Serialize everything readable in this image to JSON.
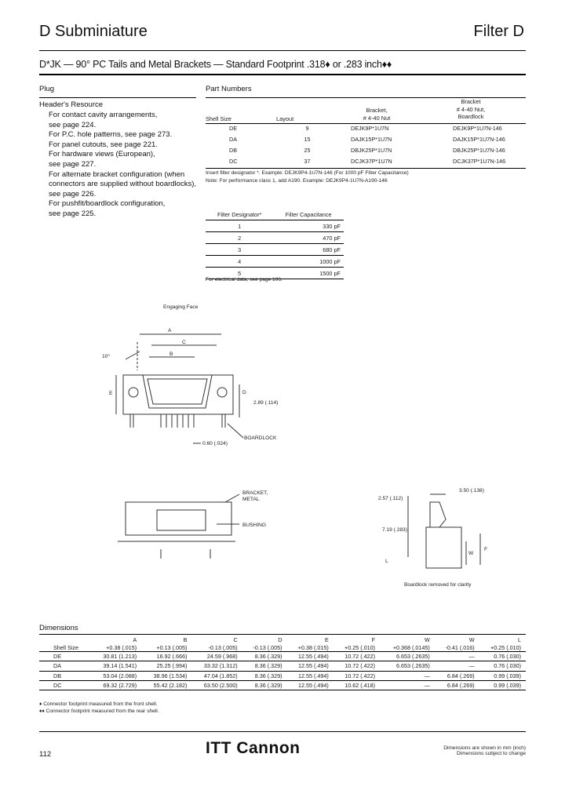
{
  "header": {
    "left_title": "D Subminiature",
    "right_title": "Filter D"
  },
  "title": "D*JK — 90° PC Tails and Metal Brackets — Standard Footprint .318♦ or .283 inch♦♦",
  "plug_section": {
    "label": "Plug",
    "resource_title": "Header's Resource",
    "lines": [
      "For contact cavity arrangements,",
      "see page 224.",
      "For P.C. hole patterns, see page 273.",
      "For panel cutouts, see page 221.",
      "For hardware views (European),",
      "see page 227.",
      "For alternate bracket configuration (when",
      "connectors are supplied without boardlocks),",
      "see page 226.",
      "For pushfit/boardlock configuration,",
      "see page 225."
    ]
  },
  "part_numbers": {
    "title": "Part Numbers",
    "col_headers": {
      "shell": "Shell Size",
      "layout": "Layout",
      "bracket1": "Bracket,",
      "bracket2": "# 4-40 Nut",
      "bbl1": "Bracket",
      "bbl2": "# 4-40 Nut,",
      "bbl3": "Boardlock"
    },
    "rows": [
      {
        "shell": "DE",
        "layout": "9",
        "bracket": "DEJK9P*1U7N",
        "boardlock": "DEJK9P*1U7N-146"
      },
      {
        "shell": "DA",
        "layout": "15",
        "bracket": "DAJK15P*1U7N",
        "boardlock": "DAJK15P*1U7N-146"
      },
      {
        "shell": "DB",
        "layout": "25",
        "bracket": "DBJK25P*1U7N",
        "boardlock": "DBJK25P*1U7N-146"
      },
      {
        "shell": "DC",
        "layout": "37",
        "bracket": "DCJK37P*1U7N",
        "boardlock": "DCJK37P*1U7N-146"
      }
    ],
    "note1": "Insert filter designator *. Example: DEJK9P4-1U7N-146 (For 1000 pF Filter Capacitance)",
    "note2": "Note: For performance class 1, add A190. Example: DEJK9P4-1U7N-A190-146"
  },
  "filter_designator": {
    "headers": [
      "Filter Designator*",
      "Filter Capacitance"
    ],
    "rows": [
      [
        "1",
        "330 pF"
      ],
      [
        "2",
        "470 pF"
      ],
      [
        "3",
        "680 pF"
      ],
      [
        "4",
        "1000 pF"
      ],
      [
        "5",
        "1500 pF"
      ]
    ],
    "note": "For electrical data, see page 106."
  },
  "drawing": {
    "engaging_face": "Engaging Face",
    "A": "A",
    "C": "C",
    "B": "B",
    "E": "E",
    "D": "D",
    "angle": "10°",
    "dim_289": "2.89 (.114)",
    "boardlock": "BOARDLOCK",
    "dim_060": "0.60 (.024)",
    "bracket_metal1": "BRACKET,",
    "bracket_metal2": "METAL",
    "bushing": "BUSHING",
    "dim_350": "3.50 (.138)",
    "dim_257": "2.57 (.112)",
    "dim_719": "7.19 (.283)",
    "W": "W",
    "F": "F",
    "L": "L",
    "boardlock_removed": "Boardlock removed for clarity"
  },
  "dimensions": {
    "title": "Dimensions",
    "letters": [
      "",
      "A",
      "B",
      "C",
      "D",
      "E",
      "F",
      "W",
      "W",
      "L"
    ],
    "tolerances": [
      "Shell Size",
      "+0.38 (.015)",
      "+0.13 (.005)",
      "-0.13 (.005)",
      "-0.13 (.005)",
      "+0.38 (.015)",
      "+0.25 (.010)",
      "+0.368 (.0145)",
      "-0.41 (.016)",
      "+0.25 (.010)"
    ],
    "rows": [
      [
        "DE",
        "30.81 (1.213)",
        "16.92 (.666)",
        "24.59 (.968)",
        "8.36 (.329)",
        "12.55 (.494)",
        "10.72 (.422)",
        "6.653 (.2635)",
        "—",
        "0.76 (.030)"
      ],
      [
        "DA",
        "39.14 (1.541)",
        "25.25 (.994)",
        "33.32 (1.312)",
        "8.36 (.329)",
        "12.55 (.494)",
        "10.72 (.422)",
        "6.653 (.2635)",
        "—",
        "0.76 (.030)"
      ],
      [
        "DB",
        "53.04 (2.088)",
        "38.96 (1.534)",
        "47.04 (1.852)",
        "8.36 (.329)",
        "12.55 (.494)",
        "10.72 (.422)",
        "—",
        "6.84 (.269)",
        "0.99 (.039)"
      ],
      [
        "DC",
        "69.32 (2.729)",
        "55.42 (2.182)",
        "63.50 (2.500)",
        "8.36 (.329)",
        "12.55 (.494)",
        "10.62 (.418)",
        "—",
        "6.84 (.269)",
        "0.99 (.039)"
      ]
    ],
    "note1": "♦ Connector footprint measured from the front shell.",
    "note2": "♦♦ Connector footprint measured from the rear shell."
  },
  "footer": {
    "page_number": "112",
    "logo": "ITT Cannon",
    "note1": "Dimensions are shown in mm (inch)",
    "note2": "Dimensions subject to change"
  }
}
